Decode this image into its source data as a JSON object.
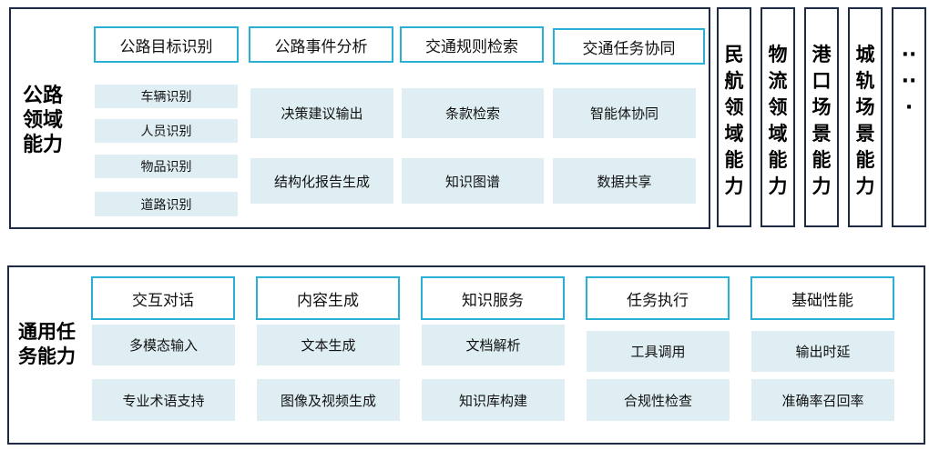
{
  "highway": {
    "label": "公路领域能力",
    "headers": [
      "公路目标识别",
      "公路事件分析",
      "交通规则检索",
      "交通任务协同"
    ],
    "recognition": [
      "车辆识别",
      "人员识别",
      "物品识别",
      "道路识别"
    ],
    "event": [
      "决策建议输出",
      "结构化报告生成"
    ],
    "rules": [
      "条款检索",
      "知识图谱"
    ],
    "coordination": [
      "智能体协同",
      "数据共享"
    ]
  },
  "domains": [
    "民航领域能力",
    "物流领域能力",
    "港口场景能力",
    "城轨场景能力",
    "·····"
  ],
  "general": {
    "label": "通用任务能力",
    "columns": [
      {
        "header": "交互对话",
        "items": [
          "多模态输入",
          "专业术语支持"
        ]
      },
      {
        "header": "内容生成",
        "items": [
          "文本生成",
          "图像及视频生成"
        ]
      },
      {
        "header": "知识服务",
        "items": [
          "文档解析",
          "知识库构建"
        ]
      },
      {
        "header": "任务执行",
        "items": [
          "工具调用",
          "合规性检查"
        ]
      },
      {
        "header": "基础性能",
        "items": [
          "输出时延",
          "准确率召回率"
        ]
      }
    ]
  }
}
